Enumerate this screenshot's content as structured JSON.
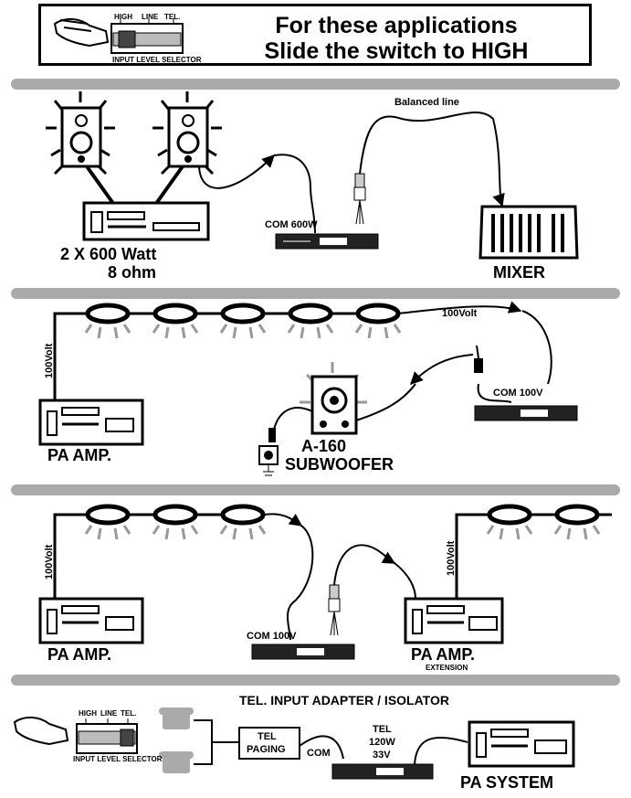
{
  "header": {
    "title_line1": "For these applications",
    "title_line2": "Slide the switch to HIGH",
    "selector": {
      "high": "HIGH",
      "line": "LINE",
      "tel": "TEL.",
      "caption": "INPUT LEVEL SELECTOR"
    }
  },
  "section1": {
    "balanced_line": "Balanced line",
    "com_label": "COM 600W",
    "amp_line1": "2 X 600 Watt",
    "amp_line2": "8 ohm",
    "mixer": "MIXER"
  },
  "section2": {
    "line_voltage": "100Volt",
    "amp_voltage": "100Volt",
    "com_label": "COM 100V",
    "amp": "PA AMP.",
    "sub_line1": "A-160",
    "sub_line2": "SUBWOOFER"
  },
  "section3": {
    "voltage_left": "100Volt",
    "voltage_right": "100Volt",
    "com_label": "COM 100V",
    "amp_left": "PA AMP.",
    "amp_right": "PA AMP.",
    "amp_right_sub": "EXTENSION"
  },
  "section4": {
    "title": "TEL. INPUT ADAPTER / ISOLATOR",
    "selector": {
      "high": "HIGH",
      "line": "LINE",
      "tel": "TEL.",
      "caption": "INPUT LEVEL SELECTOR"
    },
    "paging_line1": "TEL",
    "paging_line2": "PAGING",
    "com": "COM",
    "tel_line1": "TEL",
    "tel_line2": "120W",
    "tel_line3": "33V",
    "system": "PA SYSTEM"
  }
}
